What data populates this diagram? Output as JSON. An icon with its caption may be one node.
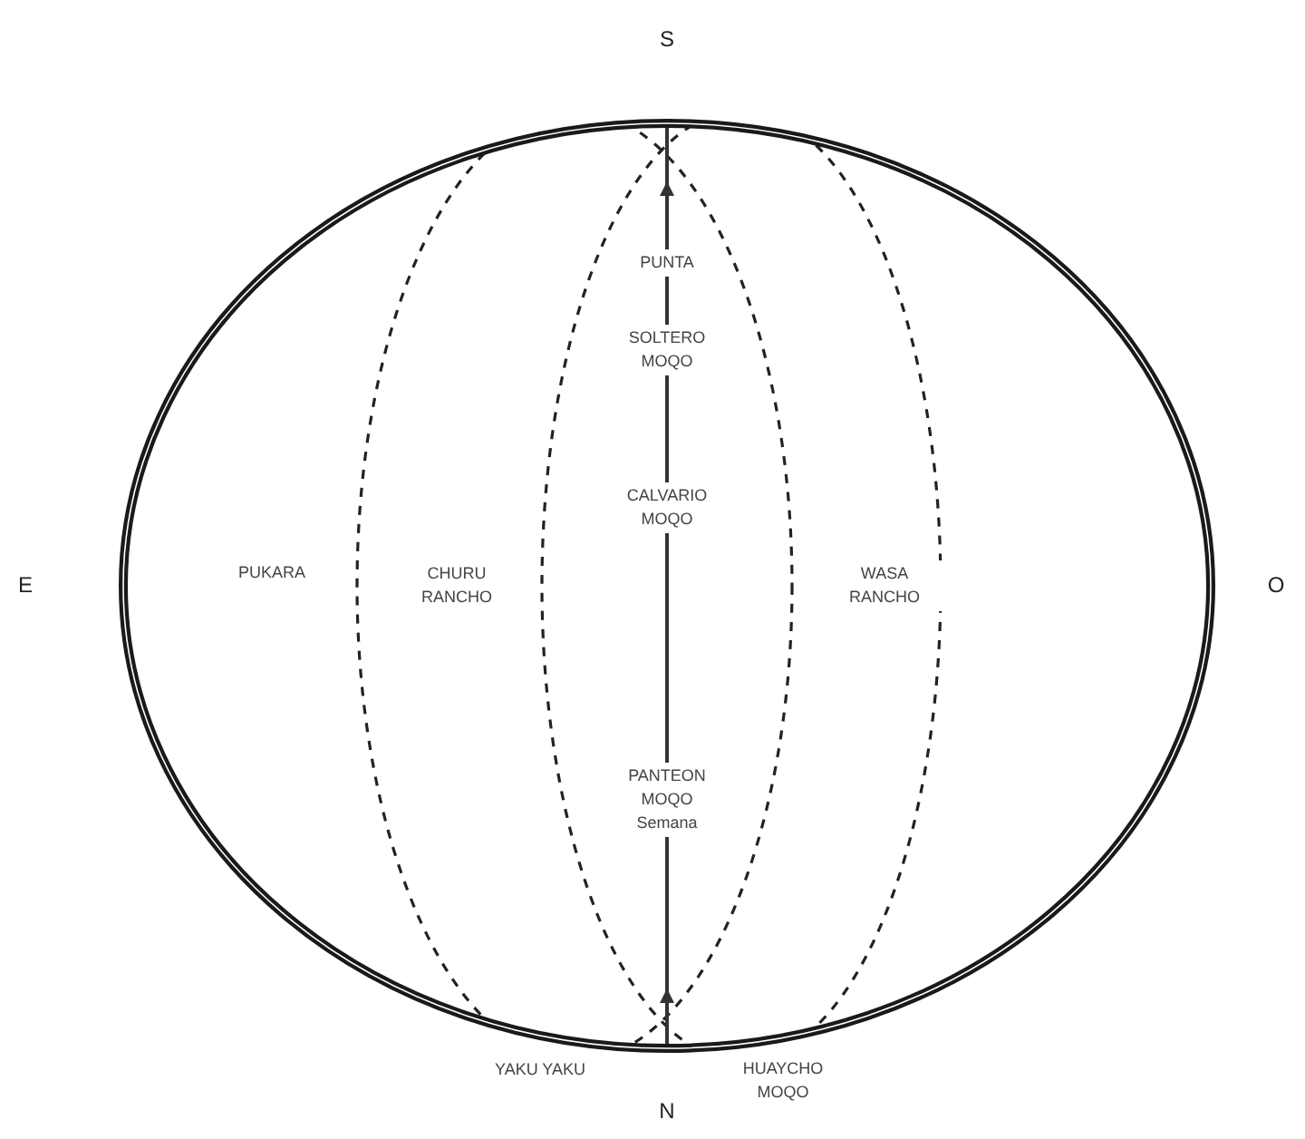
{
  "diagram": {
    "labels": [
      "S",
      "PUNTA",
      "SOLTERO MOQO",
      "E",
      "PUKARA",
      "CHURU RANCHO",
      "CALVARIO MOQO",
      "WASA RANCHO",
      "O",
      "PANTEON MOQO Semana",
      "YAKU YAKU",
      "HUAYCHO MOQO",
      "N"
    ]
  }
}
